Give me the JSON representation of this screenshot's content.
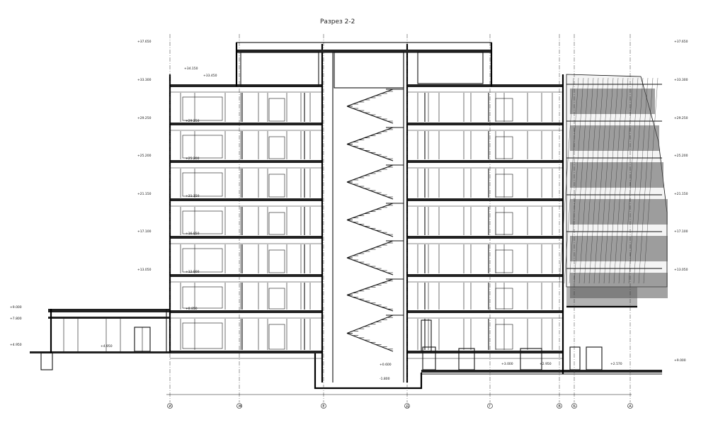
{
  "title": "Разрез 2-2",
  "levels_left": [
    "+37.650",
    "+33.300",
    "+29.250",
    "+25.200",
    "+21.150",
    "+17.100",
    "+13.050",
    "+9.000",
    "+7.800",
    "+4.950"
  ],
  "levels_right": [
    "+37.650",
    "+33.300",
    "+29.250",
    "+25.200",
    "+21.150",
    "+17.100",
    "+13.050",
    "+9.000"
  ],
  "inner_marks": [
    "+34.150",
    "+33.450",
    "+29.250",
    "+25.200",
    "+21.150",
    "+16.950",
    "+12.900",
    "+8.850",
    "+4.950",
    "+3.000",
    "+2.950",
    "+2.570",
    "-1.800",
    "+0.600"
  ],
  "axes": [
    "И",
    "Ж",
    "Е",
    "Д",
    "Г",
    "В",
    "Б",
    "А"
  ],
  "colors": {
    "line": "#111111",
    "glass": "#555555",
    "background": "#ffffff"
  }
}
